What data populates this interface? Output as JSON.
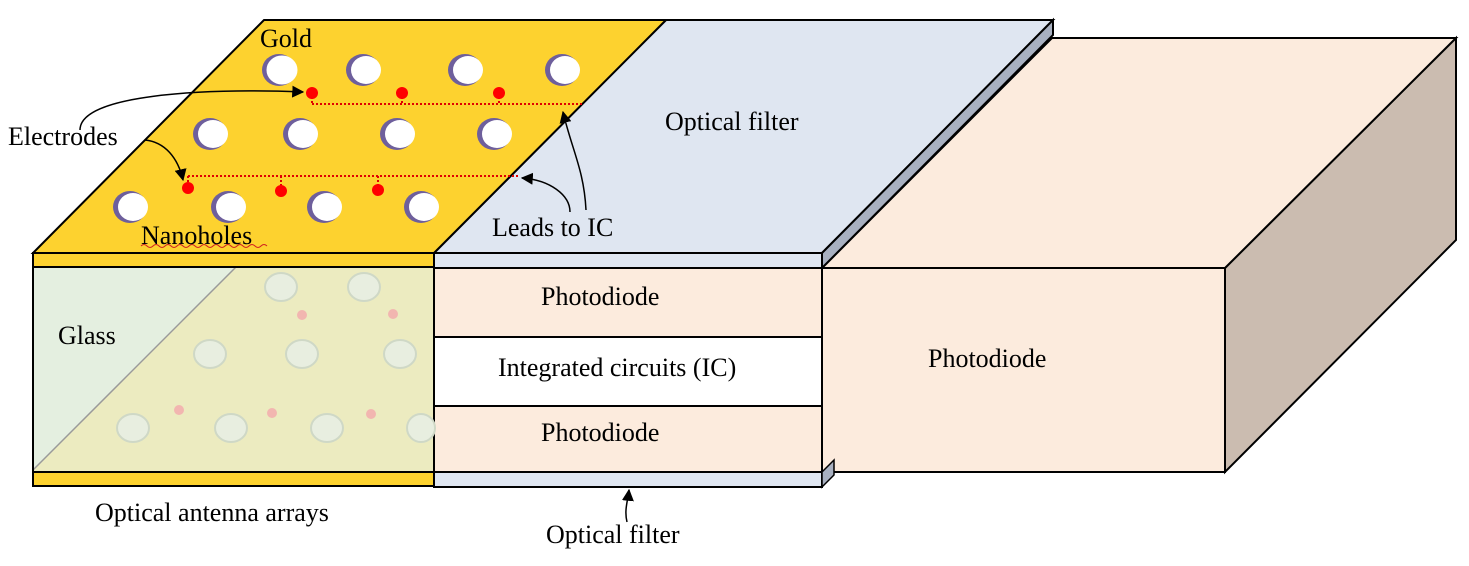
{
  "labels": {
    "gold": "Gold",
    "electrodes": "Electrodes",
    "nanoholes": "Nanoholes",
    "optical_filter_top": "Optical filter",
    "leads_to_ic": "Leads to IC",
    "glass": "Glass",
    "photodiode_upper": "Photodiode",
    "integrated_circuits": "Integrated circuits (IC)",
    "photodiode_lower": "Photodiode",
    "photodiode_block": "Photodiode",
    "optical_antenna_arrays": "Optical antenna arrays",
    "optical_filter_bottom": "Optical filter"
  },
  "colors": {
    "gold": "#fdd22f",
    "filter": "#dfe6f1",
    "filter_side": "#a8b0c0",
    "photodiode": "#fcebdd",
    "photodiode_side": "#cbbcb0",
    "glass_light": "#e4efe0",
    "glass_overlay": "#ecebc0",
    "electrode": "#ff0000",
    "hole_shadow": "#6e5f9c"
  }
}
